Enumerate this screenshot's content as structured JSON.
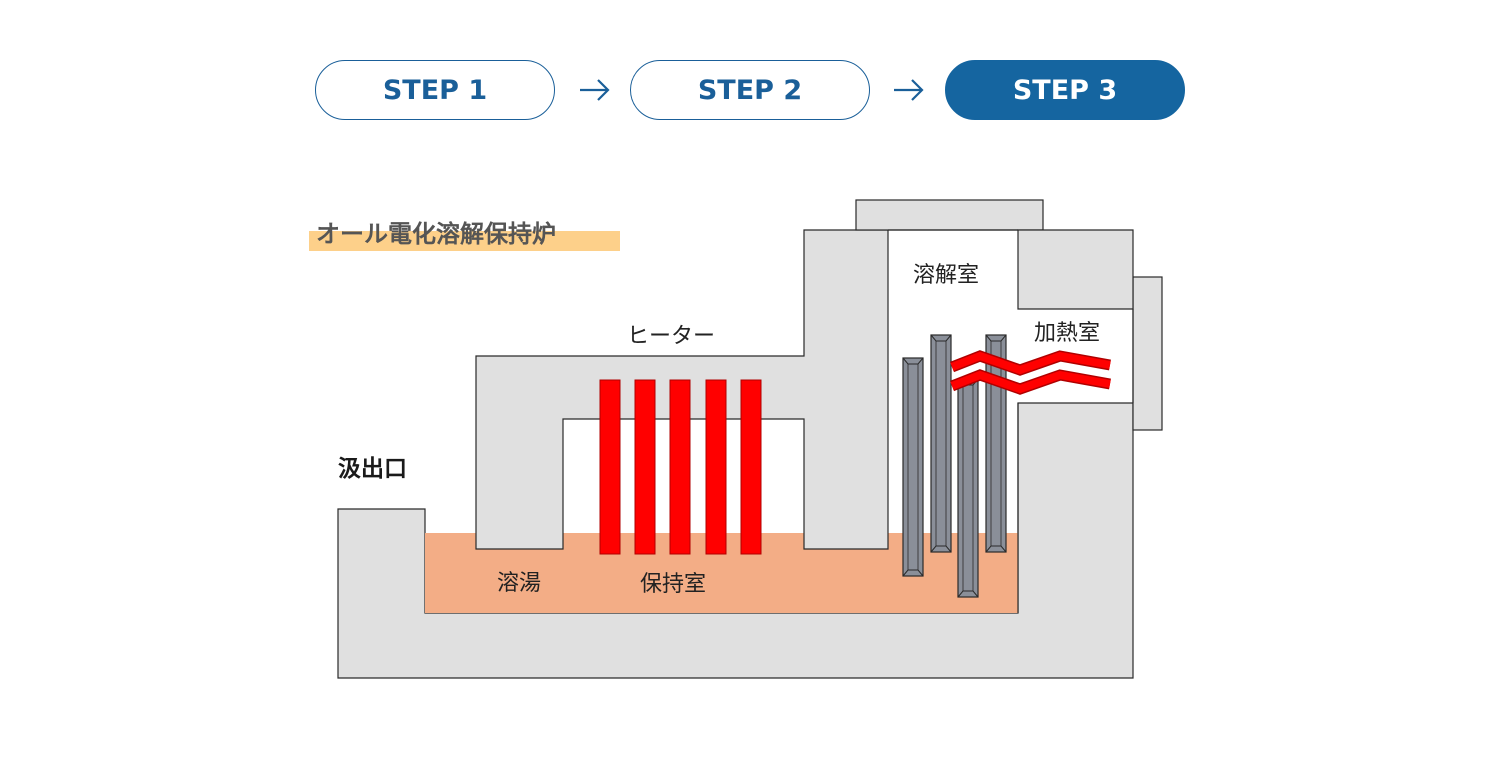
{
  "steps": [
    {
      "label": "STEP 1",
      "active": false
    },
    {
      "label": "STEP 2",
      "active": false
    },
    {
      "label": "STEP 3",
      "active": true
    }
  ],
  "diagram": {
    "title": "オール電化溶解保持炉",
    "labels": {
      "heater": "ヒーター",
      "tap_hole": "汲出口",
      "melt": "溶湯",
      "holding_chamber": "保持室",
      "melting_chamber": "溶解室",
      "heating_chamber": "加熱室"
    }
  },
  "colors": {
    "accent": "#1565a0",
    "furnace_body": "#e0e0e0",
    "molten_metal": "#f3ad86",
    "heater": "#ff0000",
    "electrode": "#8a8f99",
    "title_highlight": "#fdd08a"
  }
}
